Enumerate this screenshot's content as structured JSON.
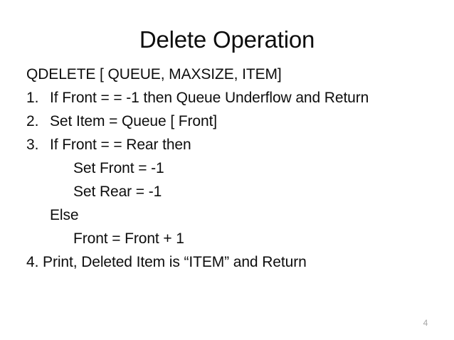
{
  "slide": {
    "title": "Delete Operation",
    "page_number": "4",
    "background_color": "#ffffff",
    "text_color": "#0d0d0d",
    "page_number_color": "#a6a6a6"
  },
  "body": {
    "lines": [
      {
        "marker": "",
        "text": "QDELETE [ QUEUE, MAXSIZE, ITEM]",
        "indent": 0,
        "numbered": false
      },
      {
        "marker": "1.",
        "text": "If Front = = -1 then Queue Underflow and Return",
        "indent": 0,
        "numbered": true
      },
      {
        "marker": "2.",
        "text": "Set Item = Queue [ Front]",
        "indent": 0,
        "numbered": true
      },
      {
        "marker": "3.",
        "text": "If Front = = Rear then",
        "indent": 0,
        "numbered": true
      },
      {
        "marker": "",
        "text": "Set Front = -1",
        "indent": 2,
        "numbered": false
      },
      {
        "marker": "",
        "text": "Set Rear = -1",
        "indent": 2,
        "numbered": false
      },
      {
        "marker": "",
        "text": "Else",
        "indent": 1,
        "numbered": false
      },
      {
        "marker": "",
        "text": "Front = Front + 1",
        "indent": 2,
        "numbered": false
      },
      {
        "marker": "",
        "text": "4. Print, Deleted Item is “ITEM” and Return",
        "indent": 0,
        "numbered": false
      }
    ]
  }
}
